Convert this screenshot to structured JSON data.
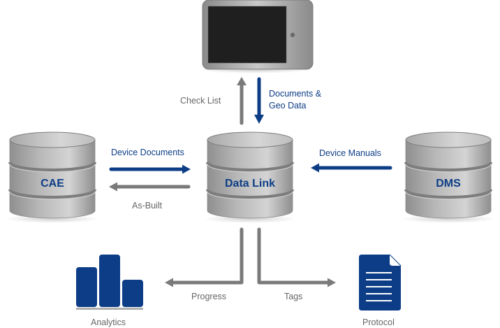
{
  "colors": {
    "accent_blue": "#0d3d86",
    "arrow_gray": "#7a7a7a",
    "label_gray": "#666666",
    "db_gray": "#b5b5b5",
    "tablet_screen": "#1f1f1f"
  },
  "nodes": {
    "tablet": {
      "name": "tablet-device",
      "label": ""
    },
    "cae": {
      "label": "CAE"
    },
    "datalink": {
      "label": "Data Link"
    },
    "dms": {
      "label": "DMS"
    },
    "analytics": {
      "label": "Analytics",
      "icon": "bar-chart-icon"
    },
    "protocol": {
      "label": "Protocol",
      "icon": "document-icon"
    }
  },
  "edges": {
    "check_list": {
      "label": "Check List",
      "from": "Data Link",
      "to": "tablet",
      "color": "gray"
    },
    "documents_geo": {
      "label_line1": "Documents &",
      "label_line2": "Geo Data",
      "from": "tablet",
      "to": "Data Link",
      "color": "blue"
    },
    "device_documents": {
      "label": "Device Documents",
      "from": "CAE",
      "to": "Data Link",
      "color": "blue"
    },
    "as_built": {
      "label": "As-Built",
      "from": "Data Link",
      "to": "CAE",
      "color": "gray"
    },
    "device_manuals": {
      "label": "Device Manuals",
      "from": "DMS",
      "to": "Data Link",
      "color": "blue"
    },
    "progress": {
      "label": "Progress",
      "from": "Data Link",
      "to": "Analytics",
      "color": "gray"
    },
    "tags": {
      "label": "Tags",
      "from": "Data Link",
      "to": "Protocol",
      "color": "gray"
    }
  }
}
